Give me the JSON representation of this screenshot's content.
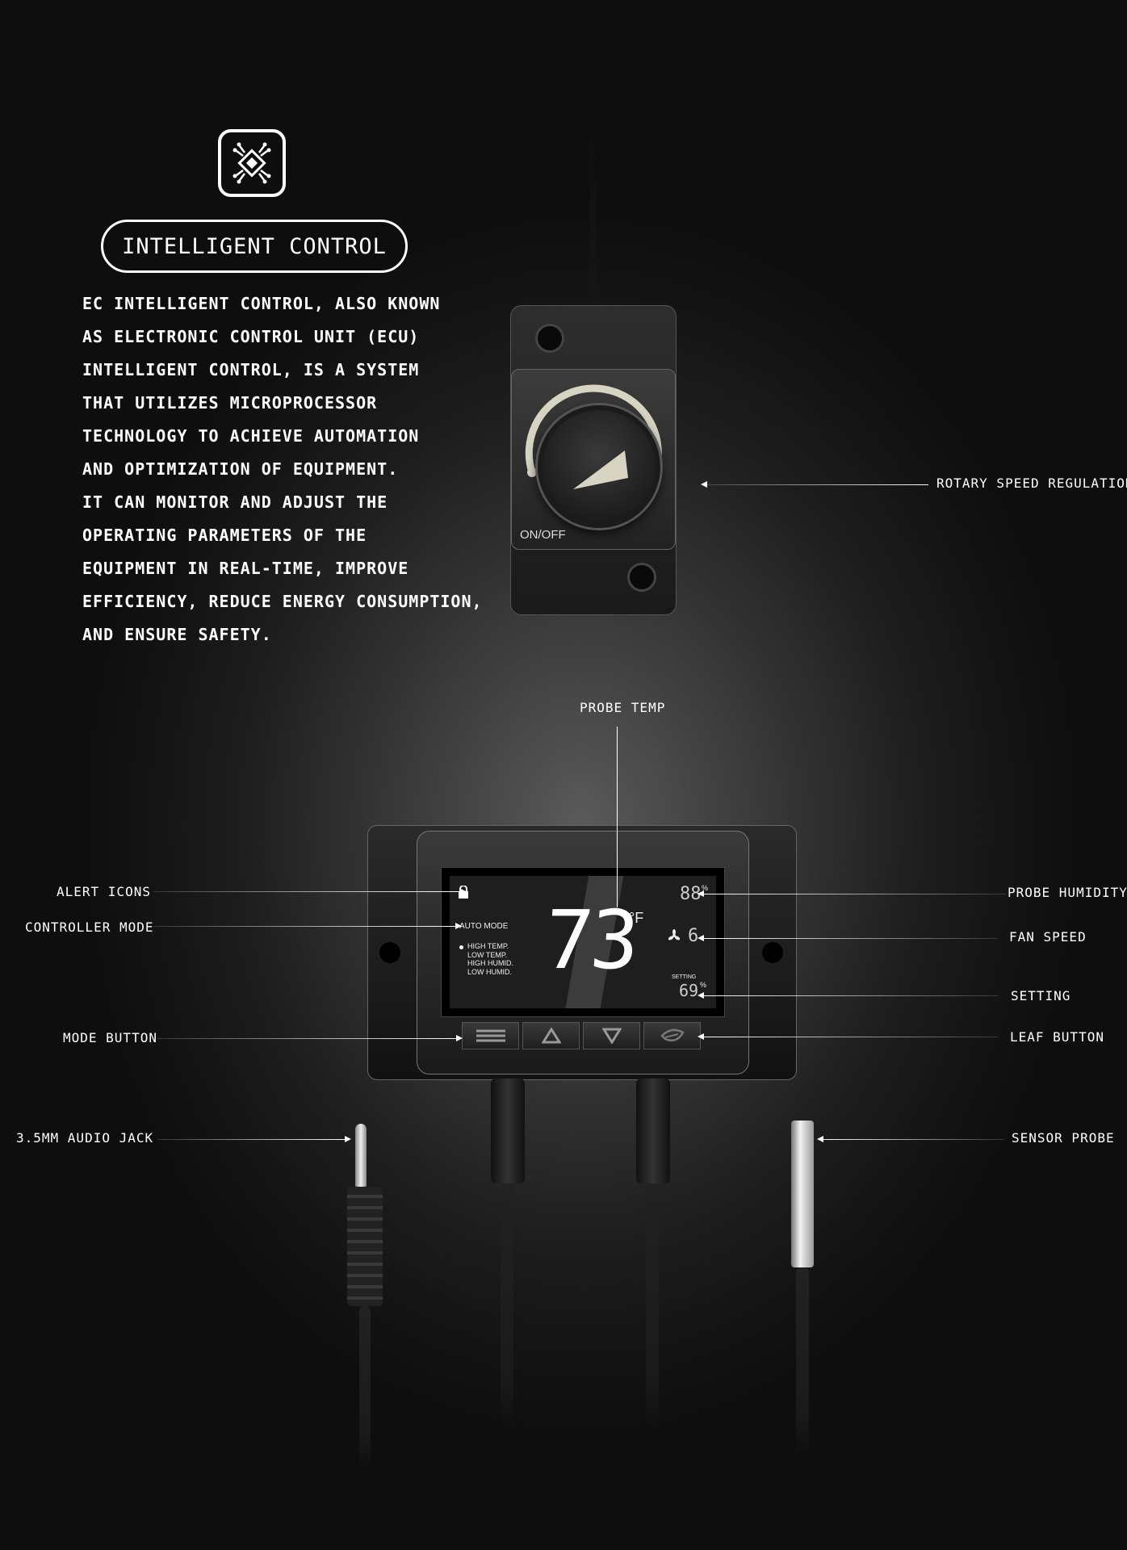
{
  "header": {
    "icon": "chip-icon",
    "title": "INTELLIGENT CONTROL",
    "description_lines": [
      "EC INTELLIGENT CONTROL, ALSO KNOWN",
      "AS ELECTRONIC CONTROL UNIT (ECU)",
      "INTELLIGENT CONTROL, IS A SYSTEM",
      "THAT UTILIZES MICROPROCESSOR",
      "TECHNOLOGY TO ACHIEVE AUTOMATION",
      "AND OPTIMIZATION OF EQUIPMENT.",
      "IT CAN MONITOR AND ADJUST THE",
      "OPERATING PARAMETERS OF THE",
      "EQUIPMENT IN REAL-TIME, IMPROVE",
      "EFFICIENCY, REDUCE ENERGY CONSUMPTION,",
      "AND ENSURE SAFETY."
    ]
  },
  "knob": {
    "label": "ON/OFF",
    "callout": "ROTARY SPEED REGULATION"
  },
  "controller": {
    "temperature": "73",
    "temp_unit": "°F",
    "mode": "AUTO MODE",
    "alerts": [
      "HIGH TEMP.",
      "LOW TEMP.",
      "HIGH HUMID.",
      "LOW HUMID."
    ],
    "humidity": "88",
    "humidity_unit": "%",
    "fan_speed": "6",
    "setting_label": "SETTING",
    "setting_value": "69",
    "setting_unit": "%",
    "buttons": [
      "mode-icon",
      "up-icon",
      "down-icon",
      "leaf-icon"
    ]
  },
  "callouts": {
    "probe_temp": "PROBE TEMP",
    "alert_icons": "ALERT ICONS",
    "controller_mode": "CONTROLLER MODE",
    "mode_button": "MODE BUTTON",
    "audio_jack": "3.5MM AUDIO JACK",
    "probe_humidity": "PROBE HUMIDITY",
    "fan_speed": "FAN SPEED",
    "setting": "SETTING",
    "leaf_button": "LEAF BUTTON",
    "sensor_probe": "SENSOR PROBE"
  }
}
